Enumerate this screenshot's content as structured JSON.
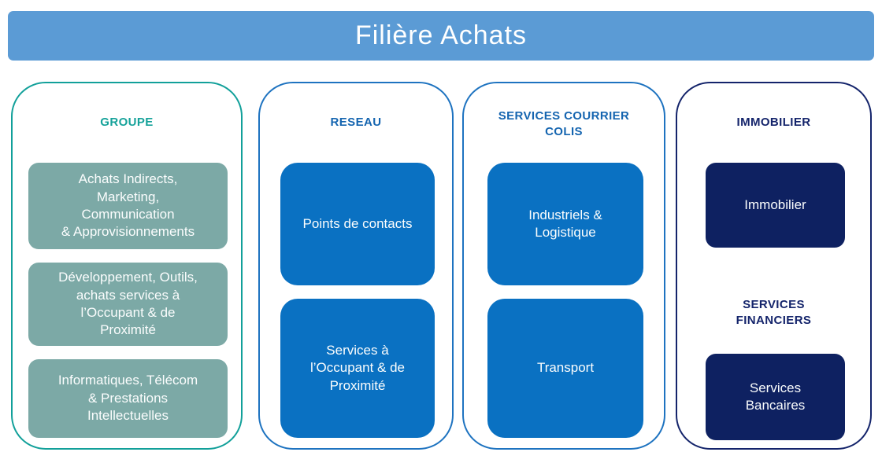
{
  "header": {
    "title": "Filière Achats"
  },
  "palette": {
    "header_bg": "#5b9bd5",
    "groupe_accent": "#16a29a",
    "groupe_box_fill": "#7ca9a6",
    "reseau_border": "#1e73c0",
    "reseau_title": "#1565b0",
    "blue_box_fill": "#0a71c2",
    "navy_accent": "#14246b",
    "navy_box_fill": "#0e2161"
  },
  "columns": [
    {
      "sections": [
        {
          "title": "GROUPE",
          "boxes": [
            "Achats Indirects,\nMarketing,\nCommunication\n& Approvisionnements",
            "Développement, Outils,\nachats services à\nl’Occupant & de\nProximité",
            "Informatiques, Télécom\n& Prestations\nIntellectuelles"
          ]
        }
      ]
    },
    {
      "sections": [
        {
          "title": "RESEAU",
          "boxes": [
            "Points de contacts",
            "Services à\nl’Occupant & de\nProximité"
          ]
        }
      ]
    },
    {
      "sections": [
        {
          "title": "SERVICES COURRIER\nCOLIS",
          "boxes": [
            "Industriels &\nLogistique",
            "Transport"
          ]
        }
      ]
    },
    {
      "sections": [
        {
          "title": "IMMOBILIER",
          "boxes": [
            "Immobilier"
          ]
        },
        {
          "title": "SERVICES\nFINANCIERS",
          "boxes": [
            "Services\nBancaires"
          ]
        }
      ]
    }
  ]
}
